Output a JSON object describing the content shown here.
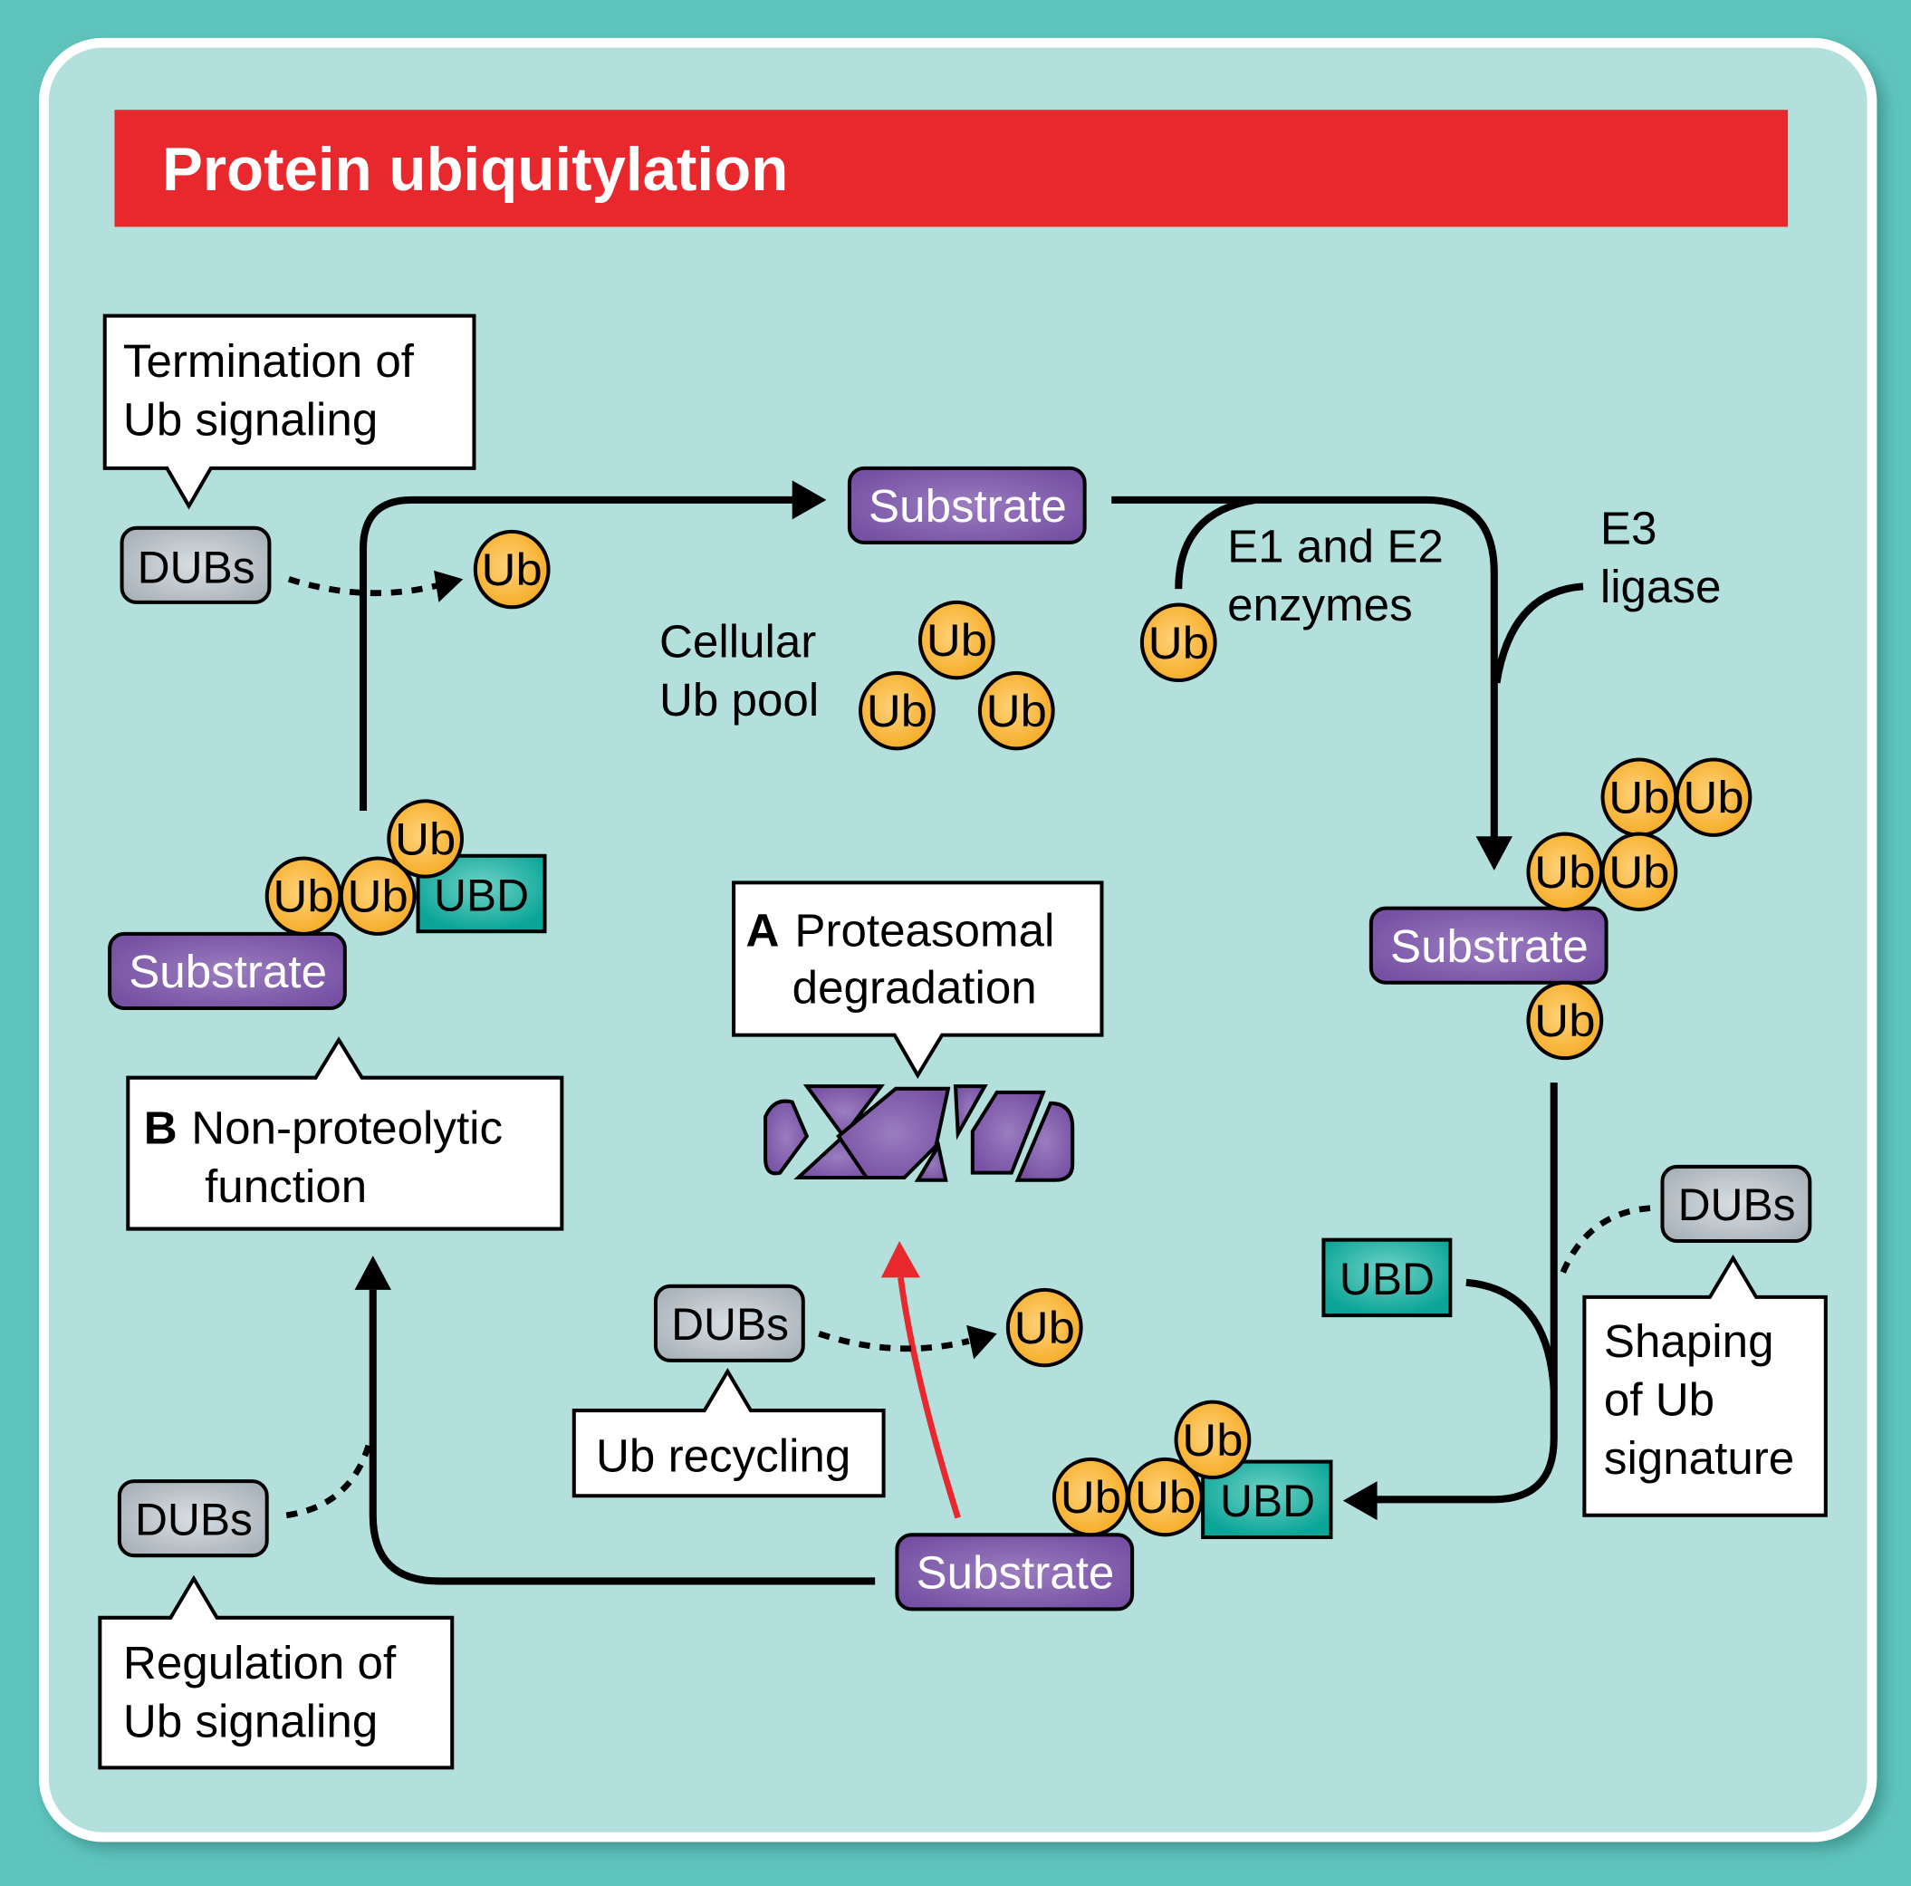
{
  "title": "Protein ubiquitylation",
  "labels": {
    "substrate": "Substrate",
    "ub": "Ub",
    "ubd": "UBD",
    "dubs": "DUBs",
    "e1e2_line1": "E1 and E2",
    "e1e2_line2": "enzymes",
    "e3_line1": "E3",
    "e3_line2": "ligase",
    "pool_line1": "Cellular",
    "pool_line2": "Ub pool"
  },
  "callouts": {
    "termination": {
      "line1": "Termination of",
      "line2": "Ub signaling"
    },
    "proteasomal": {
      "letter": "A",
      "line1": "Proteasomal",
      "line2": "degradation"
    },
    "nonproteolytic": {
      "letter": "B",
      "line1": "Non-proteolytic",
      "line2": "function"
    },
    "recycling": {
      "line1": "Ub recycling"
    },
    "shaping": {
      "line1": "Shaping",
      "line2": "of Ub",
      "line3": "signature"
    },
    "regulation": {
      "line1": "Regulation of",
      "line2": "Ub signaling"
    }
  },
  "colors": {
    "outer_bg": "#5fc4bd",
    "panel_bg": "#b3e0dd",
    "title_bar": "#e8282d",
    "substrate": "#7b55a4",
    "ub": "#f7b12f",
    "ubd": "#0fa89c",
    "dubs": "#b9c2c8",
    "degradation_arrow": "#e8282d"
  }
}
